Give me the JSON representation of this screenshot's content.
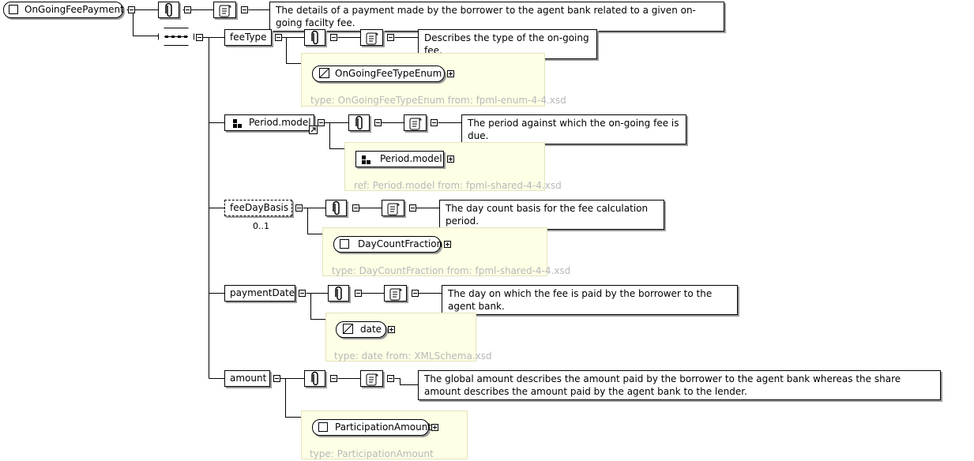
{
  "root": {
    "name": "OnGoingFeePayment",
    "doc": "The details of a payment made by the borrower to the agent bank related to a given on-going facilty fee."
  },
  "elements": {
    "feeType": {
      "name": "feeType",
      "doc": "Describes the type of the on-going fee.",
      "type_name": "OnGoingFeeTypeEnum",
      "type_label": "type: OnGoingFeeTypeEnum from: fpml-enum-4-4.xsd"
    },
    "period": {
      "name": "Period.model",
      "doc": "The period against which the on-going fee is due.",
      "type_name": "Period.model",
      "type_label": "ref: Period.model from: fpml-shared-4-4.xsd"
    },
    "feeDayBasis": {
      "name": "feeDayBasis",
      "occurrence": "0..1",
      "doc": "The day count basis for the fee calculation period.",
      "type_name": "DayCountFraction",
      "type_label": "type: DayCountFraction from: fpml-shared-4-4.xsd"
    },
    "paymentDate": {
      "name": "paymentDate",
      "doc": "The day on which the fee is paid by the borrower to the agent bank.",
      "type_name": "date",
      "type_label": "type: date from: XMLSchema.xsd"
    },
    "amount": {
      "name": "amount",
      "doc": "The global amount describes the amount paid by the borrower to the agent bank whereas the share amount describes the amount paid by the agent bank to the lender.",
      "type_name": "ParticipationAmount",
      "type_label": "type: ParticipationAmount"
    }
  },
  "icons": {
    "annotation": "paperclip-icon",
    "documentation": "scroll-icon",
    "complex_type": "square-icon",
    "simple_type": "triangle-icon",
    "group": "group-squares-icon",
    "sequence": "sequence-icon",
    "reference": "arrow-icon"
  },
  "colors": {
    "type_box_bg": "#ffffe6",
    "type_box_border": "#e3e3bd",
    "type_label": "#b8b8b8",
    "shadow": "#9a9a9a"
  }
}
